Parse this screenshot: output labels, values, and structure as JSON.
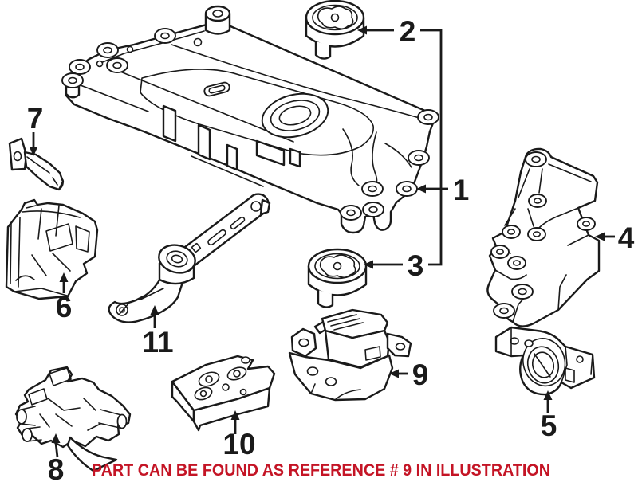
{
  "colors": {
    "background": "#ffffff",
    "line": "#1a1a1a",
    "note": "#c41425"
  },
  "note": {
    "text": "PART CAN BE FOUND AS REFERENCE # 9 IN ILLUSTRATION"
  },
  "callouts": [
    {
      "ref": "1"
    },
    {
      "ref": "2"
    },
    {
      "ref": "3"
    },
    {
      "ref": "4"
    },
    {
      "ref": "5"
    },
    {
      "ref": "6"
    },
    {
      "ref": "7"
    },
    {
      "ref": "8"
    },
    {
      "ref": "9"
    },
    {
      "ref": "10"
    },
    {
      "ref": "11"
    }
  ]
}
